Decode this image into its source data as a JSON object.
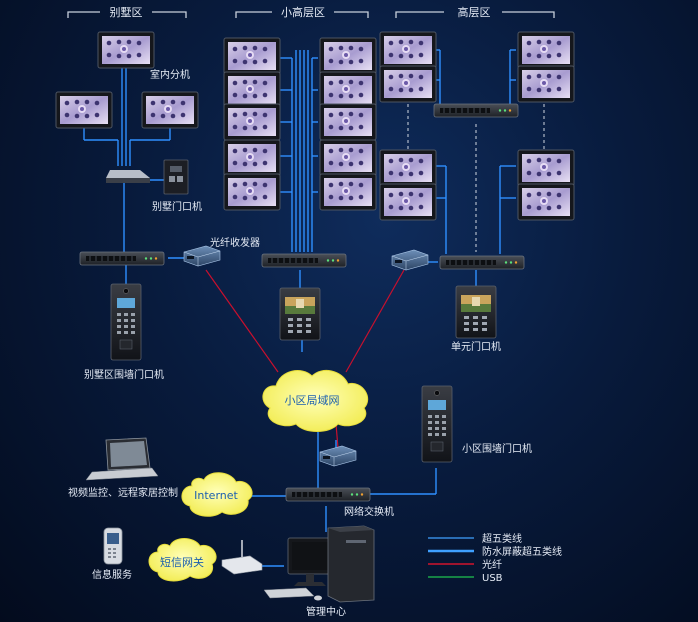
{
  "zones": {
    "villa": "别墅区",
    "midrise": "小高层区",
    "highrise": "高层区"
  },
  "labels": {
    "indoor_unit": "室内分机",
    "villa_door_unit": "别墅门口机",
    "fiber_transceiver": "光纤收发器",
    "villa_wall_unit": "别墅区围墙门口机",
    "unit_door_unit": "单元门口机",
    "community_lan": "小区局域网",
    "community_wall_unit": "小区围墙门口机",
    "video_monitor": "视频监控、远程家居控制",
    "internet": "Internet",
    "network_switch": "网络交换机",
    "sms_gateway": "短信网关",
    "info_service": "信息服务",
    "management_center": "管理中心"
  },
  "legend": [
    {
      "label": "超五类线",
      "color": "#3fa0ff"
    },
    {
      "label": "防水屏蔽超五类线",
      "color": "#3fa0ff"
    },
    {
      "label": "光纤",
      "color": "#d0142c"
    },
    {
      "label": "USB",
      "color": "#1aa64a"
    }
  ],
  "colors": {
    "cable": "#2f8fff",
    "fiber": "#c8102e",
    "usb": "#1aa64a",
    "cloud": "#fffb8a"
  }
}
